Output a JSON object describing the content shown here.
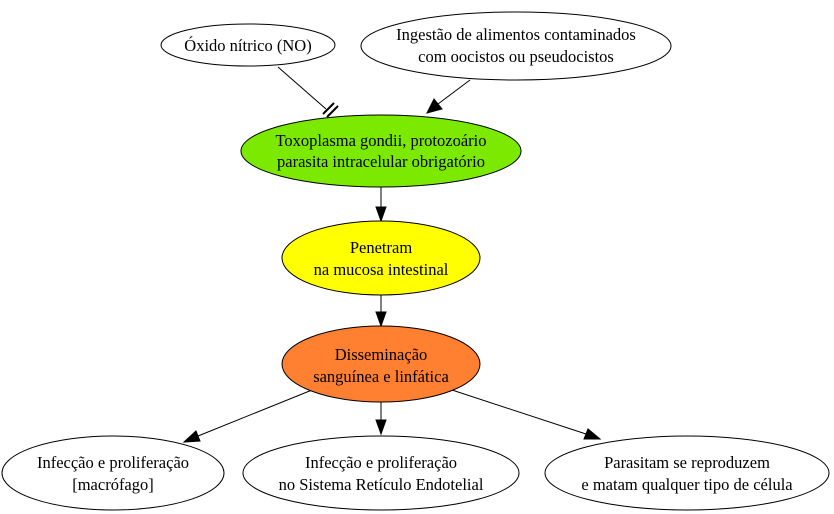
{
  "nodes": {
    "nitric_oxide": {
      "lines": [
        "Óxido nítrico (NO)"
      ],
      "color": "#ffffff"
    },
    "ingestion": {
      "lines": [
        "Ingestão de alimentos contaminados",
        "com oocistos ou pseudocistos"
      ],
      "color": "#ffffff"
    },
    "toxoplasma": {
      "lines": [
        "Toxoplasma gondii, protozoário",
        "parasita intracelular obrigatório"
      ],
      "color": "#7cea00"
    },
    "penetration": {
      "lines": [
        "Penetram",
        "na mucosa intestinal"
      ],
      "color": "#ffff00"
    },
    "dissemination": {
      "lines": [
        "Disseminação",
        "sanguínea e linfática"
      ],
      "color": "#ff8030"
    },
    "macrophage": {
      "lines": [
        "Infecção e proliferação",
        "[macrófago]"
      ],
      "color": "#ffffff"
    },
    "reticulo": {
      "lines": [
        "Infecção e proliferação",
        "no Sistema Retículo Endotelial"
      ],
      "color": "#ffffff"
    },
    "parasitism": {
      "lines": [
        "Parasitam se reproduzem",
        "e matam qualquer tipo de célula"
      ],
      "color": "#ffffff"
    }
  },
  "edges": [
    {
      "from": "nitric_oxide",
      "to": "toxoplasma",
      "arrow": "tee"
    },
    {
      "from": "ingestion",
      "to": "toxoplasma",
      "arrow": "normal"
    },
    {
      "from": "toxoplasma",
      "to": "penetration",
      "arrow": "normal"
    },
    {
      "from": "penetration",
      "to": "dissemination",
      "arrow": "normal"
    },
    {
      "from": "dissemination",
      "to": "macrophage",
      "arrow": "normal"
    },
    {
      "from": "dissemination",
      "to": "reticulo",
      "arrow": "normal"
    },
    {
      "from": "dissemination",
      "to": "parasitism",
      "arrow": "normal"
    }
  ]
}
